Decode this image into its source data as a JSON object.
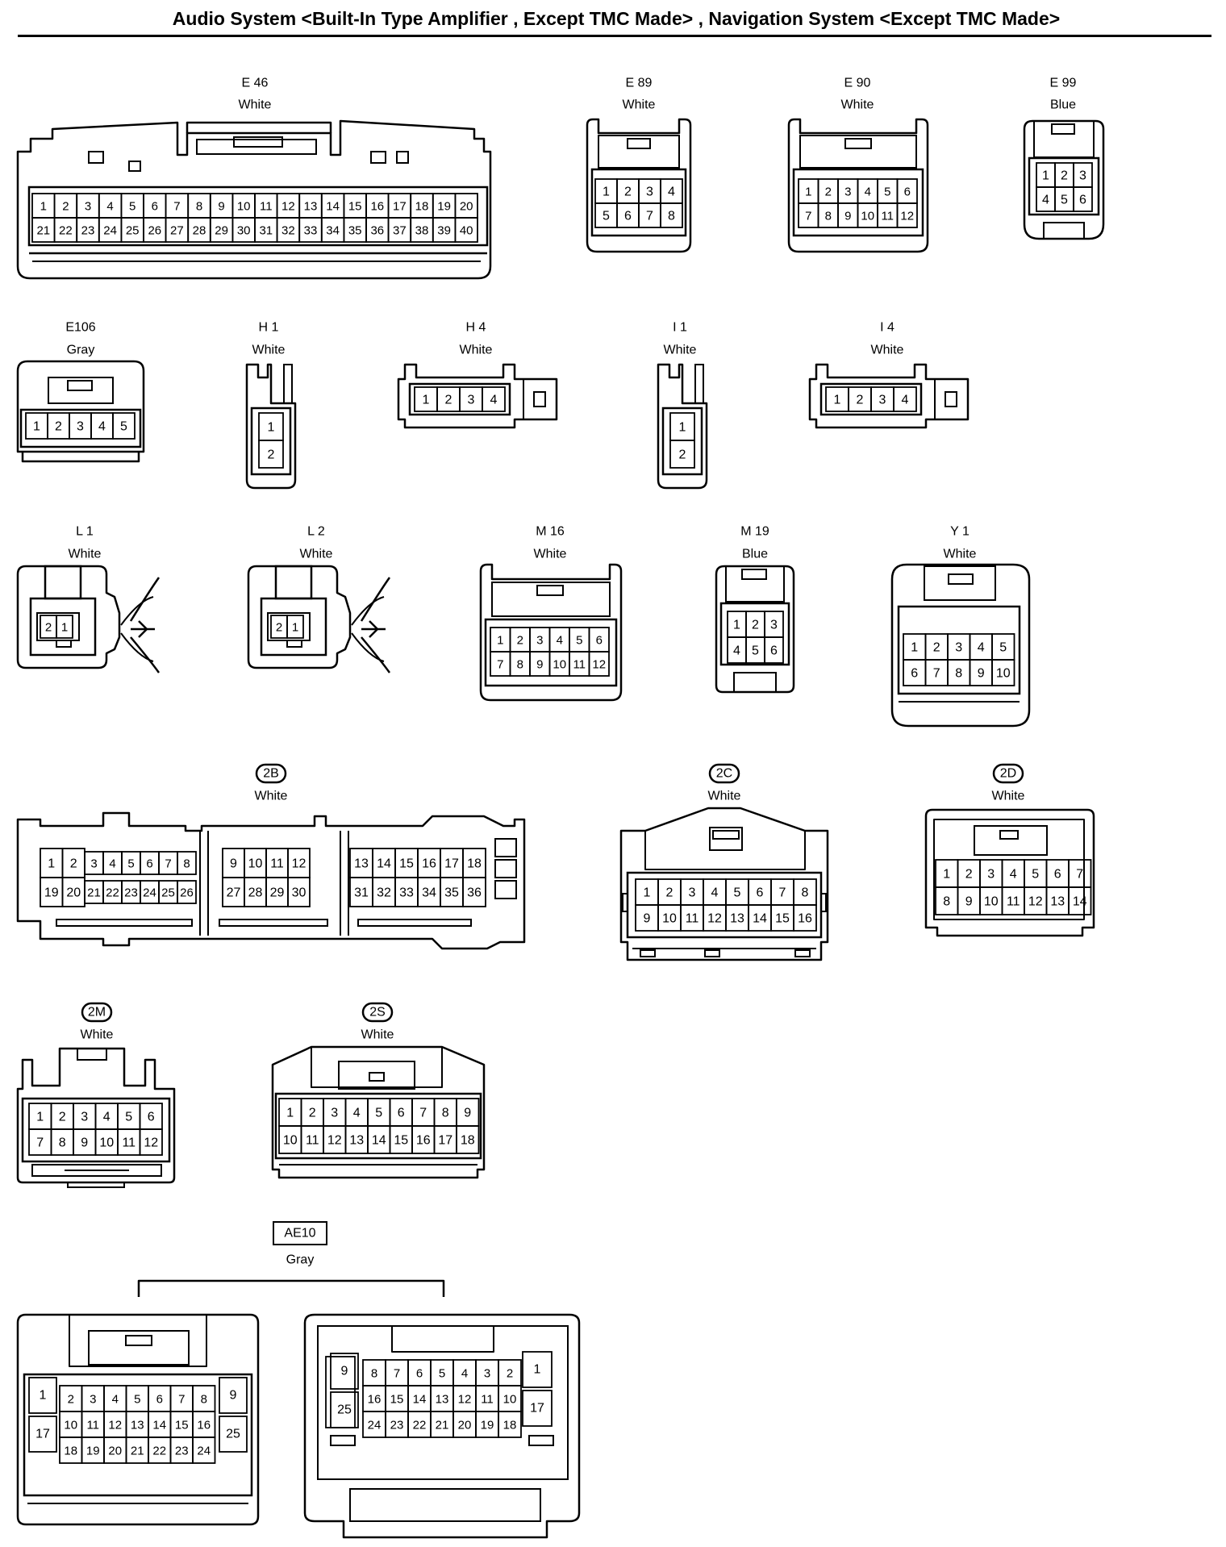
{
  "title": "Audio System <Built-In Type Amplifier , Except TMC Made> , Navigation System <Except TMC Made>",
  "connectors": [
    {
      "id": "e46",
      "name": "E 46",
      "color": "White",
      "rows": [
        [
          "1",
          "2",
          "3",
          "4",
          "5",
          "6",
          "7",
          "8",
          "9",
          "10",
          "11",
          "12",
          "13",
          "14",
          "15",
          "16",
          "17",
          "18",
          "19",
          "20"
        ],
        [
          "21",
          "22",
          "23",
          "24",
          "25",
          "26",
          "27",
          "28",
          "29",
          "30",
          "31",
          "32",
          "33",
          "34",
          "35",
          "36",
          "37",
          "38",
          "39",
          "40"
        ]
      ]
    },
    {
      "id": "e89",
      "name": "E 89",
      "color": "White",
      "rows": [
        [
          "1",
          "2",
          "3",
          "4"
        ],
        [
          "5",
          "6",
          "7",
          "8"
        ]
      ]
    },
    {
      "id": "e90",
      "name": "E 90",
      "color": "White",
      "rows": [
        [
          "1",
          "2",
          "3",
          "4",
          "5",
          "6"
        ],
        [
          "7",
          "8",
          "9",
          "10",
          "11",
          "12"
        ]
      ]
    },
    {
      "id": "e99",
      "name": "E 99",
      "color": "Blue",
      "rows": [
        [
          "1",
          "2",
          "3"
        ],
        [
          "4",
          "5",
          "6"
        ]
      ]
    },
    {
      "id": "e106",
      "name": "E106",
      "color": "Gray",
      "rows": [
        [
          "1",
          "2",
          "3",
          "4",
          "5"
        ]
      ]
    },
    {
      "id": "h1",
      "name": "H 1",
      "color": "White",
      "rows": [
        [
          "1"
        ],
        [
          "2"
        ]
      ]
    },
    {
      "id": "h4",
      "name": "H 4",
      "color": "White",
      "rows": [
        [
          "1",
          "2",
          "3",
          "4"
        ]
      ]
    },
    {
      "id": "i1",
      "name": "I 1",
      "color": "White",
      "rows": [
        [
          "1"
        ],
        [
          "2"
        ]
      ]
    },
    {
      "id": "i4",
      "name": "I 4",
      "color": "White",
      "rows": [
        [
          "1",
          "2",
          "3",
          "4"
        ]
      ]
    },
    {
      "id": "l1",
      "name": "L 1",
      "color": "White",
      "rows": [
        [
          "2",
          "1"
        ]
      ]
    },
    {
      "id": "l2",
      "name": "L 2",
      "color": "White",
      "rows": [
        [
          "2",
          "1"
        ]
      ]
    },
    {
      "id": "m16",
      "name": "M 16",
      "color": "White",
      "rows": [
        [
          "1",
          "2",
          "3",
          "4",
          "5",
          "6"
        ],
        [
          "7",
          "8",
          "9",
          "10",
          "11",
          "12"
        ]
      ]
    },
    {
      "id": "m19",
      "name": "M 19",
      "color": "Blue",
      "rows": [
        [
          "1",
          "2",
          "3"
        ],
        [
          "4",
          "5",
          "6"
        ]
      ]
    },
    {
      "id": "y1",
      "name": "Y 1",
      "color": "White",
      "rows": [
        [
          "1",
          "2",
          "3",
          "4",
          "5"
        ],
        [
          "6",
          "7",
          "8",
          "9",
          "10"
        ]
      ]
    },
    {
      "id": "c2b",
      "name": "2B",
      "color": "White",
      "groups": [
        {
          "rows": [
            [
              "1",
              "2",
              "3",
              "4",
              "5",
              "6",
              "7",
              "8"
            ],
            [
              "19",
              "20",
              "21",
              "22",
              "23",
              "24",
              "25",
              "26"
            ]
          ]
        },
        {
          "rows": [
            [
              "9",
              "10",
              "11",
              "12"
            ],
            [
              "27",
              "28",
              "29",
              "30"
            ]
          ]
        },
        {
          "rows": [
            [
              "13",
              "14",
              "15",
              "16",
              "17",
              "18"
            ],
            [
              "31",
              "32",
              "33",
              "34",
              "35",
              "36"
            ]
          ]
        }
      ]
    },
    {
      "id": "c2c",
      "name": "2C",
      "color": "White",
      "rows": [
        [
          "1",
          "2",
          "3",
          "4",
          "5",
          "6",
          "7",
          "8"
        ],
        [
          "9",
          "10",
          "11",
          "12",
          "13",
          "14",
          "15",
          "16"
        ]
      ]
    },
    {
      "id": "c2d",
      "name": "2D",
      "color": "White",
      "rows": [
        [
          "1",
          "2",
          "3",
          "4",
          "5",
          "6",
          "7"
        ],
        [
          "8",
          "9",
          "10",
          "11",
          "12",
          "13",
          "14"
        ]
      ]
    },
    {
      "id": "c2m",
      "name": "2M",
      "color": "White",
      "rows": [
        [
          "1",
          "2",
          "3",
          "4",
          "5",
          "6"
        ],
        [
          "7",
          "8",
          "9",
          "10",
          "11",
          "12"
        ]
      ]
    },
    {
      "id": "c2s",
      "name": "2S",
      "color": "White",
      "rows": [
        [
          "1",
          "2",
          "3",
          "4",
          "5",
          "6",
          "7",
          "8",
          "9"
        ],
        [
          "10",
          "11",
          "12",
          "13",
          "14",
          "15",
          "16",
          "17",
          "18"
        ]
      ]
    },
    {
      "id": "ae10",
      "name": "AE10",
      "color": "Gray",
      "left": {
        "side_left": [
          "1",
          "17"
        ],
        "side_right": [
          "9",
          "25"
        ],
        "rows": [
          [
            "2",
            "3",
            "4",
            "5",
            "6",
            "7",
            "8"
          ],
          [
            "10",
            "11",
            "12",
            "13",
            "14",
            "15",
            "16"
          ],
          [
            "18",
            "19",
            "20",
            "21",
            "22",
            "23",
            "24"
          ]
        ]
      },
      "right": {
        "side_left": [
          "9",
          "25"
        ],
        "side_right": [
          "1",
          "17"
        ],
        "rows": [
          [
            "8",
            "7",
            "6",
            "5",
            "4",
            "3",
            "2"
          ],
          [
            "16",
            "15",
            "14",
            "13",
            "12",
            "11",
            "10"
          ],
          [
            "24",
            "23",
            "22",
            "21",
            "20",
            "19",
            "18"
          ]
        ]
      }
    }
  ]
}
